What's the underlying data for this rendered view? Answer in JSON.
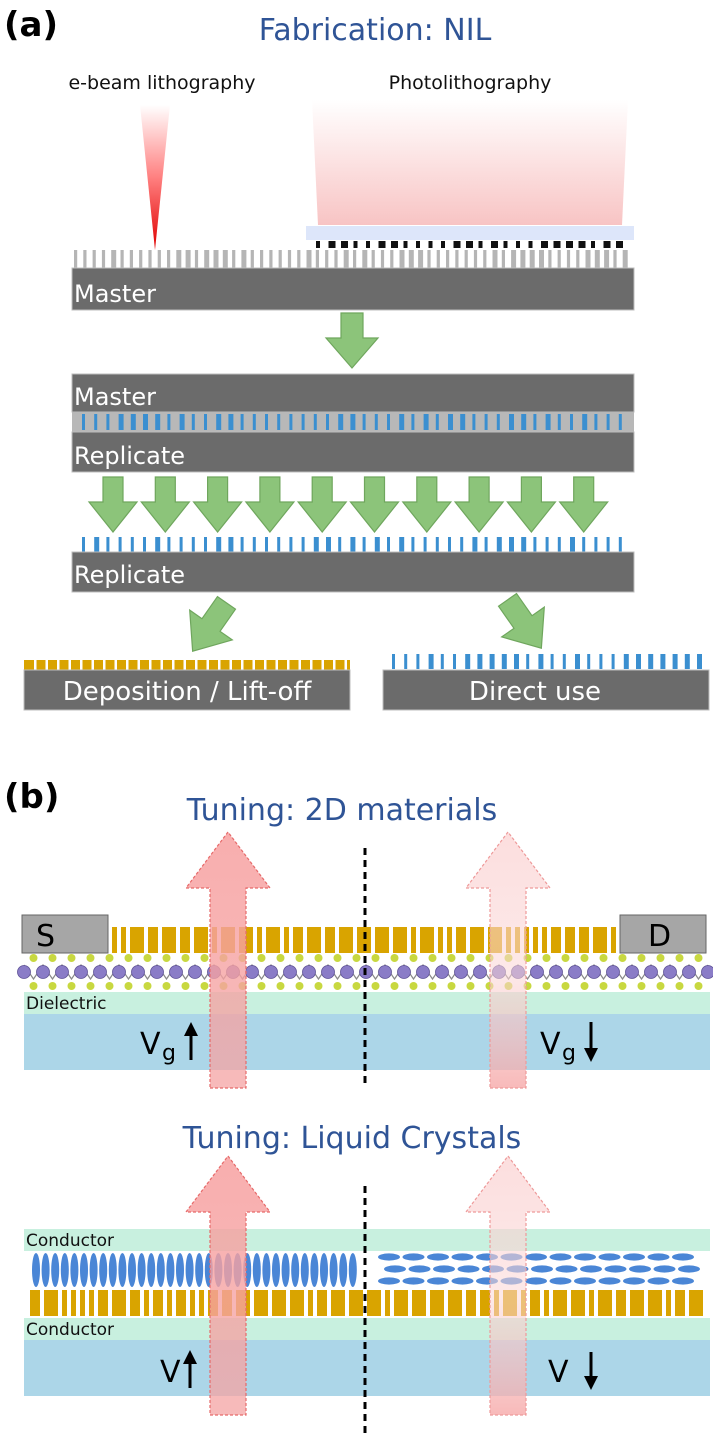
{
  "panel_a": {
    "letter": "(a)",
    "title": "Fabrication: NIL",
    "ebeam_label": "e-beam lithography",
    "photo_label": "Photolithography",
    "master_label_1": "Master",
    "master_label_2": "Master",
    "replicate_label_1": "Replicate",
    "replicate_label_2": "Replicate",
    "deposition_label": "Deposition / Lift-off",
    "direct_label": "Direct use"
  },
  "panel_b": {
    "letter": "(b)",
    "title_2d": "Tuning: 2D materials",
    "source_label": "S",
    "drain_label": "D",
    "dielectric_label": "Dielectric",
    "vg_symbol": "V",
    "vg_subscript": "g",
    "title_lc": "Tuning: Liquid Crystals",
    "conductor_top_label": "Conductor",
    "conductor_bottom_label": "Conductor",
    "v_symbol": "V"
  },
  "colors": {
    "title_blue": "#2f5496",
    "master_gray": "#6b6b6b",
    "pattern_blue": "#3b8fd0",
    "gold": "#d9a400",
    "arrow_green": "#8cc47a",
    "dielectric_mint": "#c8f0df",
    "substrate_blue": "#acd6e8",
    "light_pink": "#f7a8a8",
    "beam_red": "#e60000",
    "lc_blue": "#4a86d6",
    "atom_purple": "#8a7cc7",
    "atom_yellow": "#c8d840"
  }
}
